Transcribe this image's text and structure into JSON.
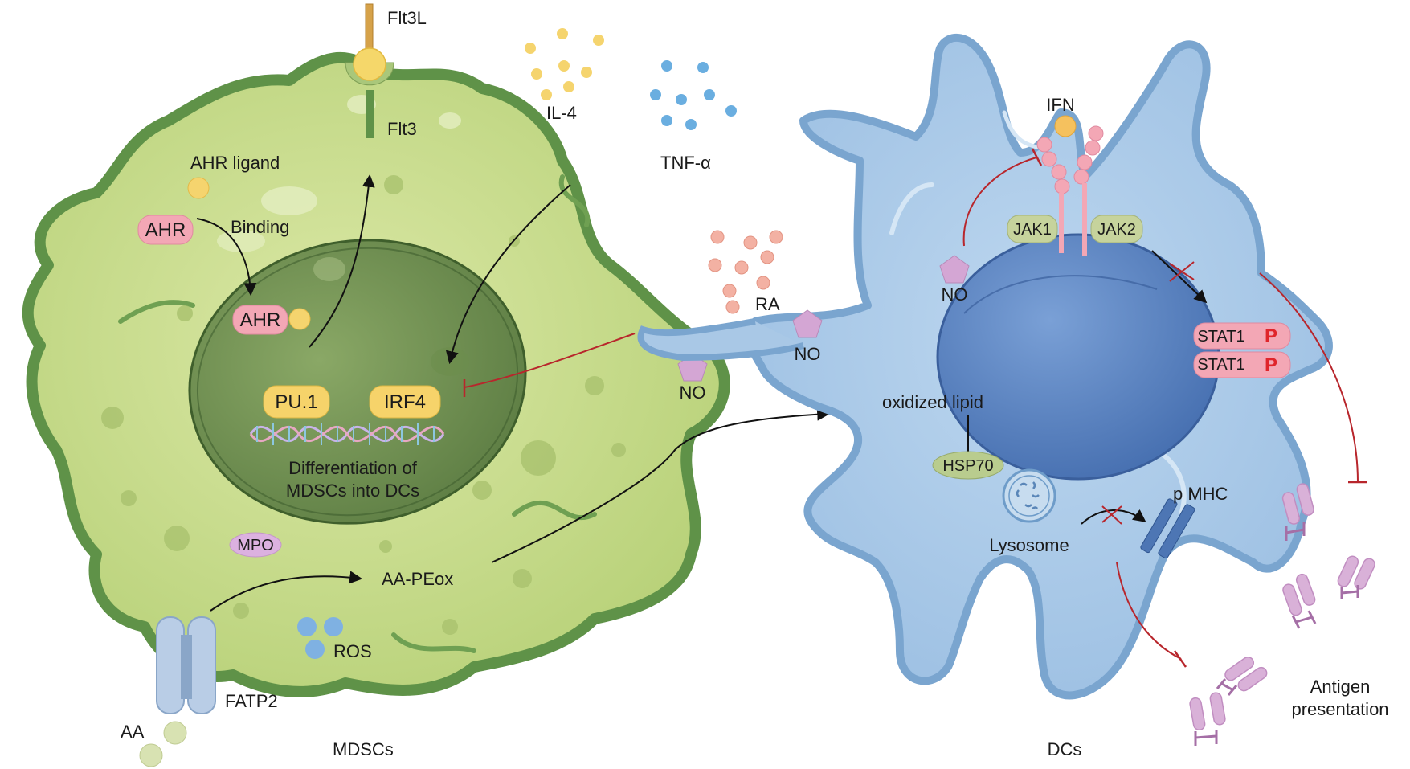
{
  "mdsc": {
    "cell_label": "MDSCs",
    "flt3l": "Flt3L",
    "flt3": "Flt3",
    "il4": "IL-4",
    "tnf": "TNF-α",
    "ahr_ligand": "AHR ligand",
    "ahr": "AHR",
    "binding": "Binding",
    "ahr_bound": "AHR",
    "pu1": "PU.1",
    "irf4": "IRF4",
    "differentiation_line1": "Differentiation of",
    "differentiation_line2": "MDSCs into DCs",
    "no": "NO",
    "mpo": "MPO",
    "aapeox": "AA-PEox",
    "ros": "ROS",
    "fatp2": "FATP2",
    "aa": "AA"
  },
  "dc": {
    "cell_label": "DCs",
    "ifn": "IFN",
    "jak1": "JAK1",
    "jak2": "JAK2",
    "no_left": "NO",
    "no_top": "NO",
    "ra": "RA",
    "stat1_a": "STAT1",
    "stat1_b": "STAT1",
    "phospho": "P",
    "oxidized_lipid": "oxidized lipid",
    "hsp70": "HSP70",
    "lysosome": "Lysosome",
    "pmhc": "p MHC",
    "antigen_line1": "Antigen",
    "antigen_line2": "presentation"
  },
  "colors": {
    "mdsc_body": "#c9dd8a",
    "mdsc_border": "#5f9248",
    "nucleus_mdsc": "#7c9b5a",
    "dc_body": "#a9c8e6",
    "dc_border": "#6e9cc9",
    "dc_nucleus": "#5d83c0",
    "inhibit_red": "#b8262c",
    "pill_pink": "#f3a7b5",
    "pill_yellow": "#f6d36a",
    "pill_green": "#b9cc8e",
    "mhc_purple": "#d9b1d8"
  }
}
